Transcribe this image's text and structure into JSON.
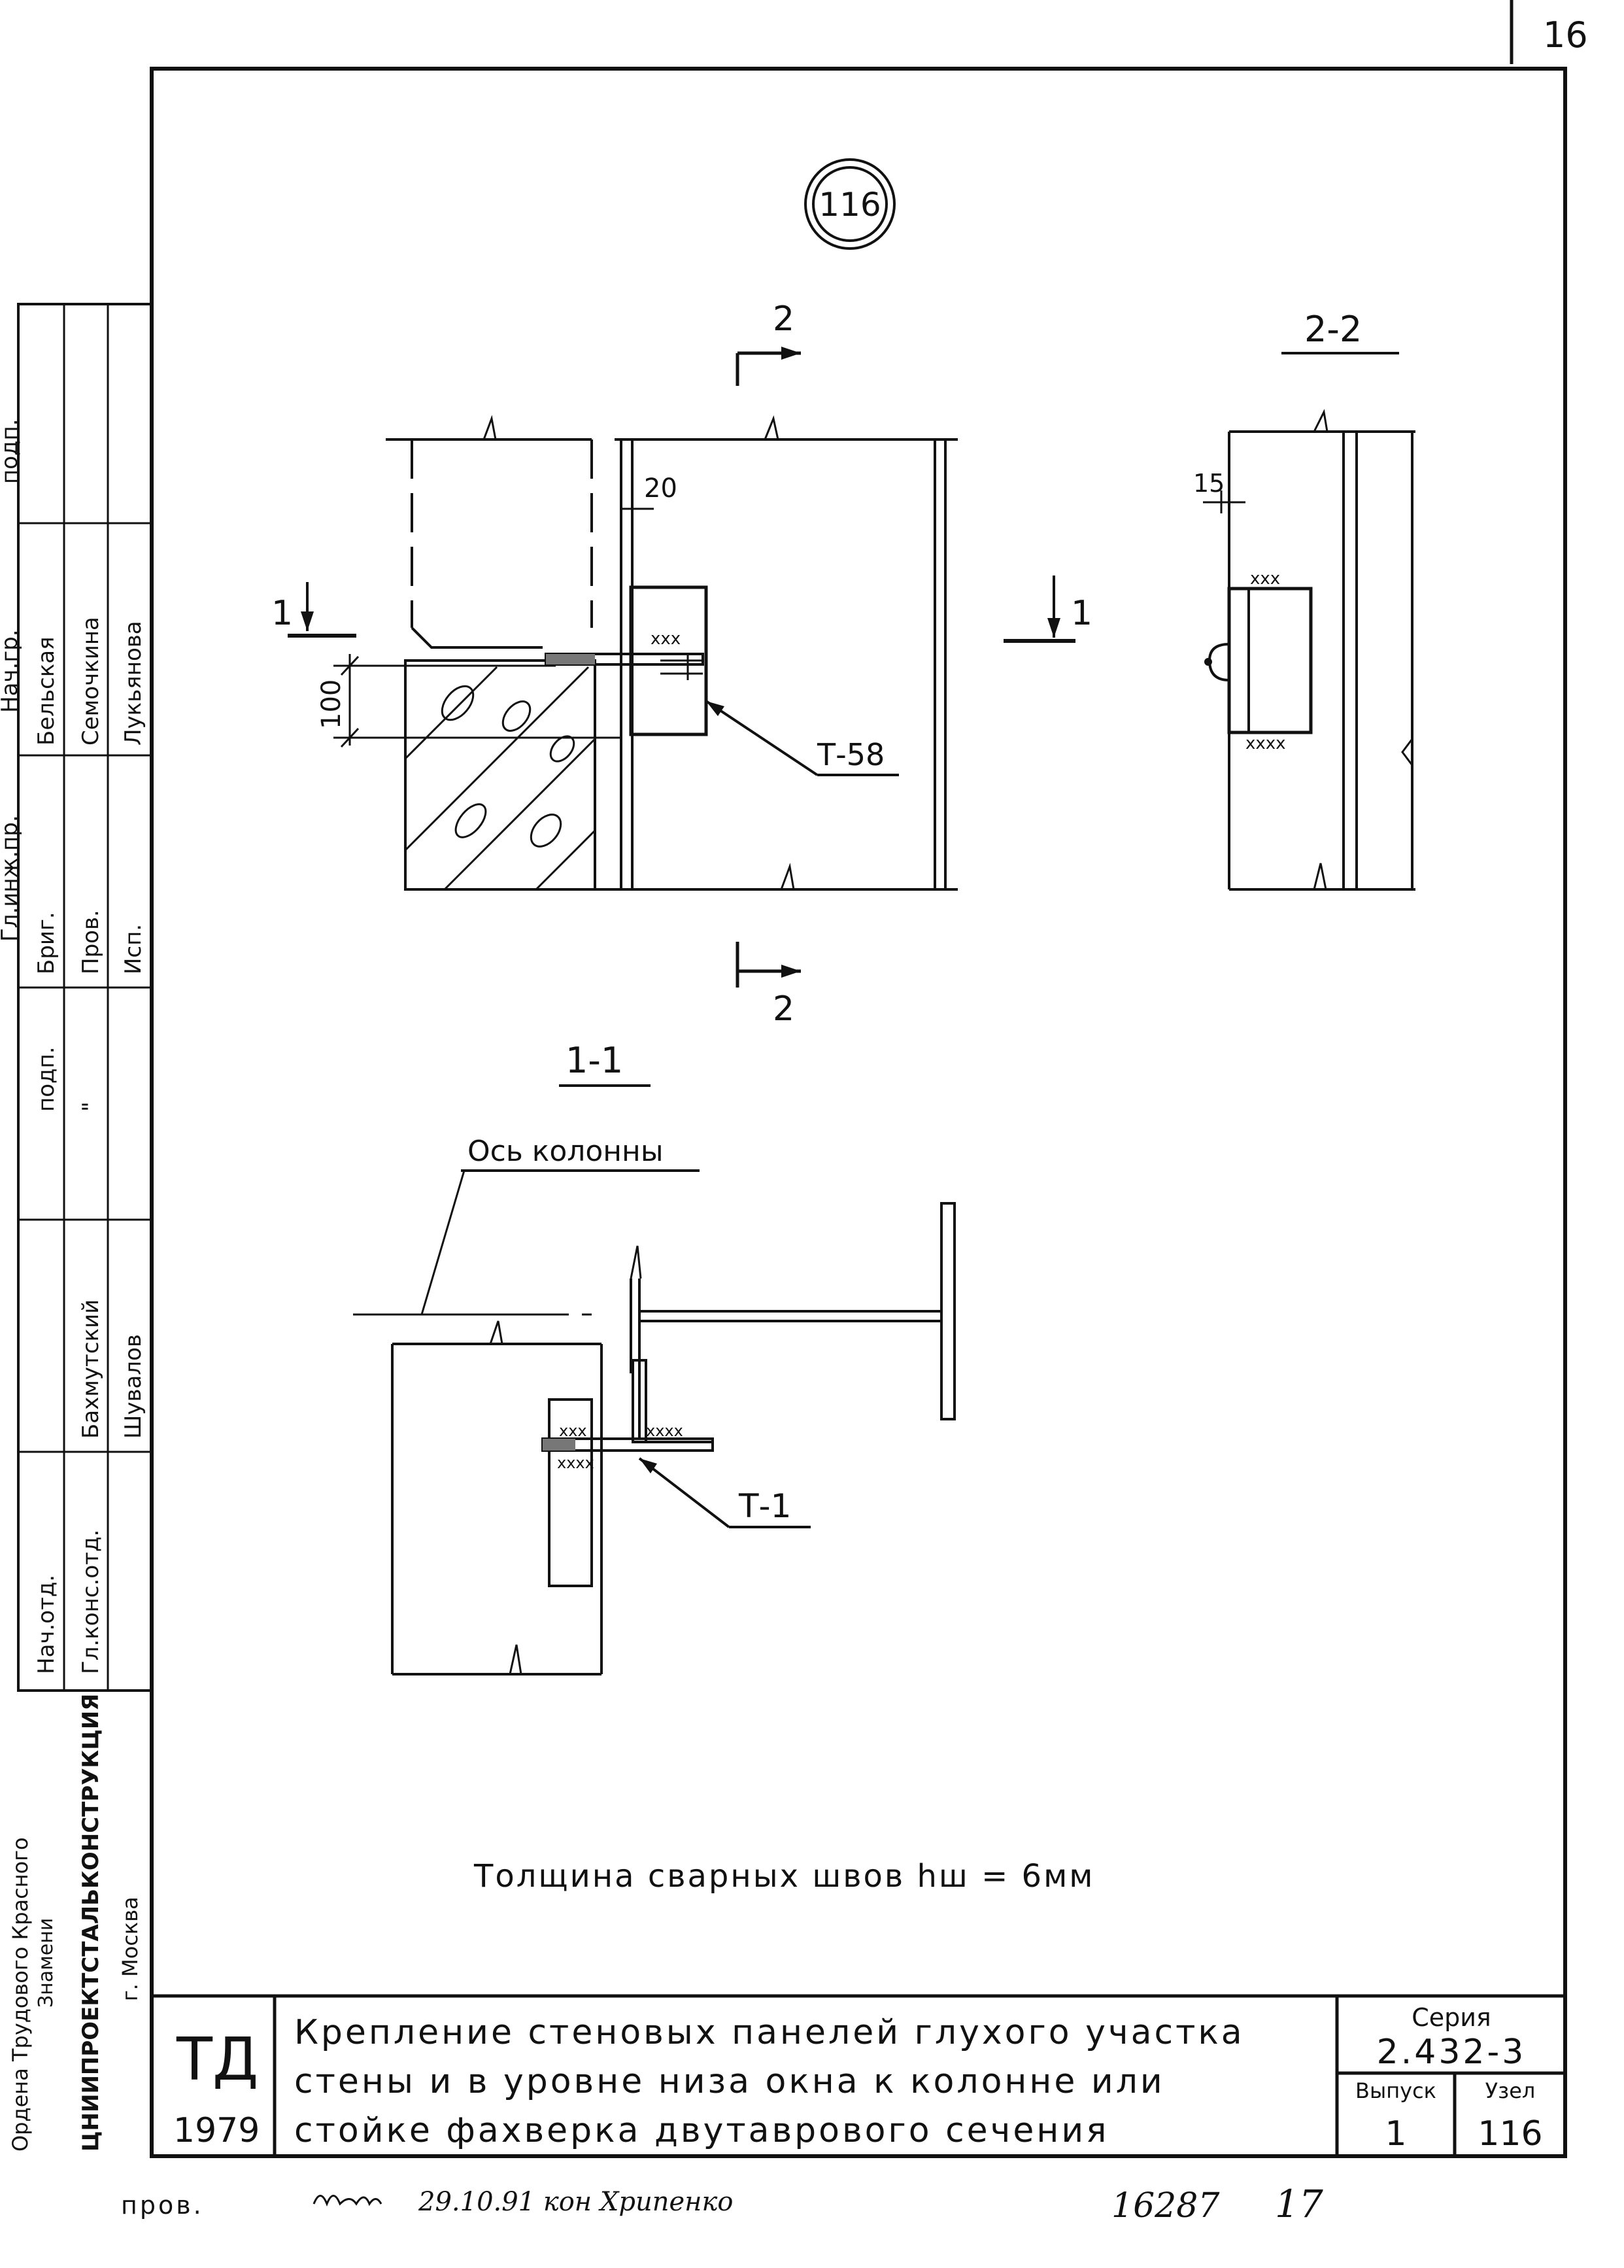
{
  "sheet": {
    "page_number": "16"
  },
  "node": {
    "number": "116"
  },
  "views": {
    "main": {
      "section_mark": "2",
      "section_mark_bottom": "2",
      "cut_mark_left": "1",
      "cut_mark_right": "1"
    },
    "section_2_2": {
      "title": "2-2",
      "dimension": "15"
    },
    "section_1_1": {
      "title": "1-1",
      "axis_label": "Ось колонны",
      "part": "Т-1"
    }
  },
  "dimensions": {
    "gap": "20",
    "height": "100"
  },
  "parts": {
    "main_part": "Т-58"
  },
  "weld": {
    "x_marks": "xxx",
    "x_marks_4": "xxxx",
    "note": "Толщина сварных швов hш = 6мм"
  },
  "side_stamp": {
    "roles": [
      "Нач.отд.",
      "Гл.конс.отд.",
      "подп.",
      "Бриг.",
      "Пров.",
      "Исп.",
      "Гл.инж.пр.",
      "Нач.гр.",
      "подп."
    ],
    "names": [
      "Бахмутский",
      "Шувалов",
      "\"",
      "Бельская",
      "Семочкина",
      "Лукьянова"
    ],
    "organization": [
      "Ордена Трудового Красного",
      "Знамени",
      "ЦНИИПРОЕКТСТАЛЬКОНСТРУКЦИЯ",
      "г. Москва"
    ]
  },
  "title_block": {
    "logo": "ТД",
    "year": "1979",
    "title_lines": [
      "Крепление стеновых панелей глухого участка",
      "стены и в уровне низа окна к колонне или",
      "стойке фахверка двутаврового сечения"
    ],
    "series_label": "Серия",
    "series_value": "2.432-3",
    "issue_label": "Выпуск",
    "issue_value": "1",
    "node_label": "Узел",
    "node_value": "116"
  },
  "footer": {
    "check_label": "пров.",
    "signature_note": "29.10.91 кон Хрипенко",
    "doc_number": "16287",
    "page": "17"
  }
}
